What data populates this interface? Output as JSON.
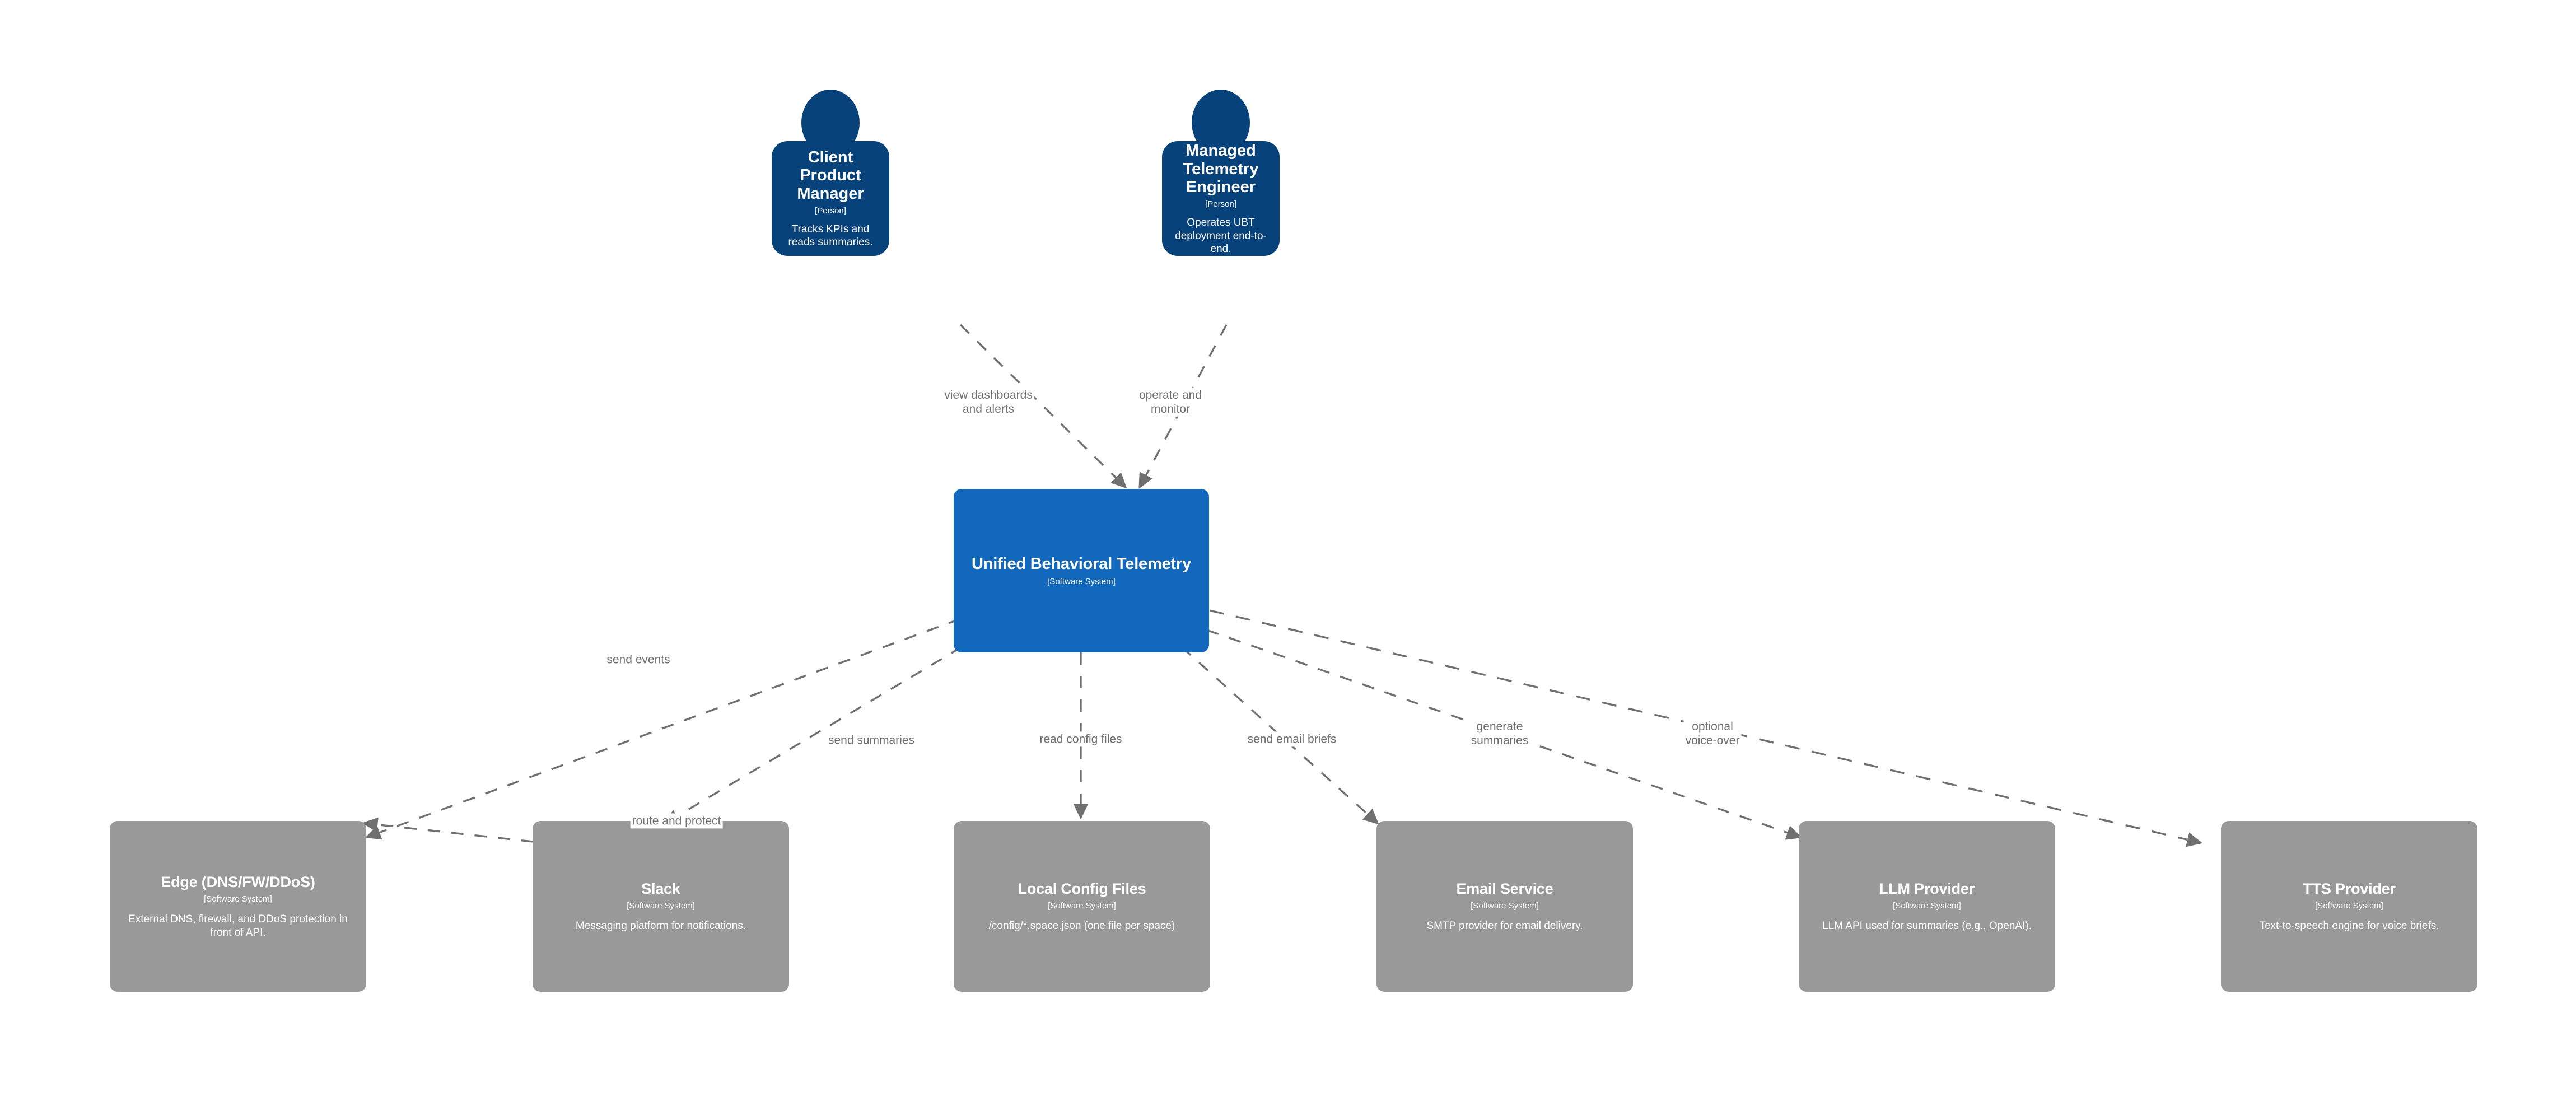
{
  "diagram": {
    "type": "c4-context",
    "background": "#ffffff",
    "palette": {
      "person": "#08427B",
      "system_internal": "#1168BD",
      "system_external": "#999999",
      "edge": "#707070",
      "label_text": "#707070",
      "node_text": "#ffffff"
    }
  },
  "people": [
    {
      "id": "client-product-manager",
      "title": "Client Product Manager",
      "tech": "[Person]",
      "desc": "Tracks KPIs and reads summaries."
    },
    {
      "id": "managed-telemetry-engineer",
      "title": "Managed Telemetry Engineer",
      "tech": "[Person]",
      "desc": "Operates UBT deployment end-to-end."
    }
  ],
  "central_system": {
    "id": "unified-behavioral-telemetry",
    "title": "Unified Behavioral Telemetry",
    "tech": "[Software System]",
    "desc": ""
  },
  "external_systems": [
    {
      "id": "edge-dns-fw-ddos",
      "title": "Edge (DNS/FW/DDoS)",
      "tech": "[Software System]",
      "desc": "External DNS, firewall, and DDoS protection in front of API."
    },
    {
      "id": "slack",
      "title": "Slack",
      "tech": "[Software System]",
      "desc": "Messaging platform for notifications."
    },
    {
      "id": "local-config-files",
      "title": "Local Config Files",
      "tech": "[Software System]",
      "desc": "/config/*.space.json (one file per space)"
    },
    {
      "id": "email-service",
      "title": "Email Service",
      "tech": "[Software System]",
      "desc": "SMTP provider for email delivery."
    },
    {
      "id": "llm-provider",
      "title": "LLM Provider",
      "tech": "[Software System]",
      "desc": "LLM API used for summaries (e.g., OpenAI)."
    },
    {
      "id": "tts-provider",
      "title": "TTS Provider",
      "tech": "[Software System]",
      "desc": "Text-to-speech engine for voice briefs."
    }
  ],
  "relationships": [
    {
      "id": "rel-view-dashboards",
      "from": "client-product-manager",
      "to": "unified-behavioral-telemetry",
      "label": "view dashboards\nand alerts",
      "style": "dashed"
    },
    {
      "id": "rel-operate-monitor",
      "from": "managed-telemetry-engineer",
      "to": "unified-behavioral-telemetry",
      "label": "operate and\nmonitor",
      "style": "dashed"
    },
    {
      "id": "rel-send-events",
      "from": "unified-behavioral-telemetry",
      "to": "edge-dns-fw-ddos",
      "label": "send events",
      "style": "dashed"
    },
    {
      "id": "rel-route-protect",
      "from": "slack",
      "to": "edge-dns-fw-ddos",
      "label": "route and protect",
      "style": "dashed"
    },
    {
      "id": "rel-send-summaries",
      "from": "unified-behavioral-telemetry",
      "to": "slack",
      "label": "send summaries",
      "style": "dashed"
    },
    {
      "id": "rel-read-config",
      "from": "unified-behavioral-telemetry",
      "to": "local-config-files",
      "label": "read config files",
      "style": "dashed"
    },
    {
      "id": "rel-send-email-briefs",
      "from": "unified-behavioral-telemetry",
      "to": "email-service",
      "label": "send email briefs",
      "style": "dashed"
    },
    {
      "id": "rel-generate-summaries",
      "from": "unified-behavioral-telemetry",
      "to": "llm-provider",
      "label": "generate\nsummaries",
      "style": "dashed"
    },
    {
      "id": "rel-optional-voice-over",
      "from": "unified-behavioral-telemetry",
      "to": "tts-provider",
      "label": "optional\nvoice-over",
      "style": "dashed"
    }
  ]
}
